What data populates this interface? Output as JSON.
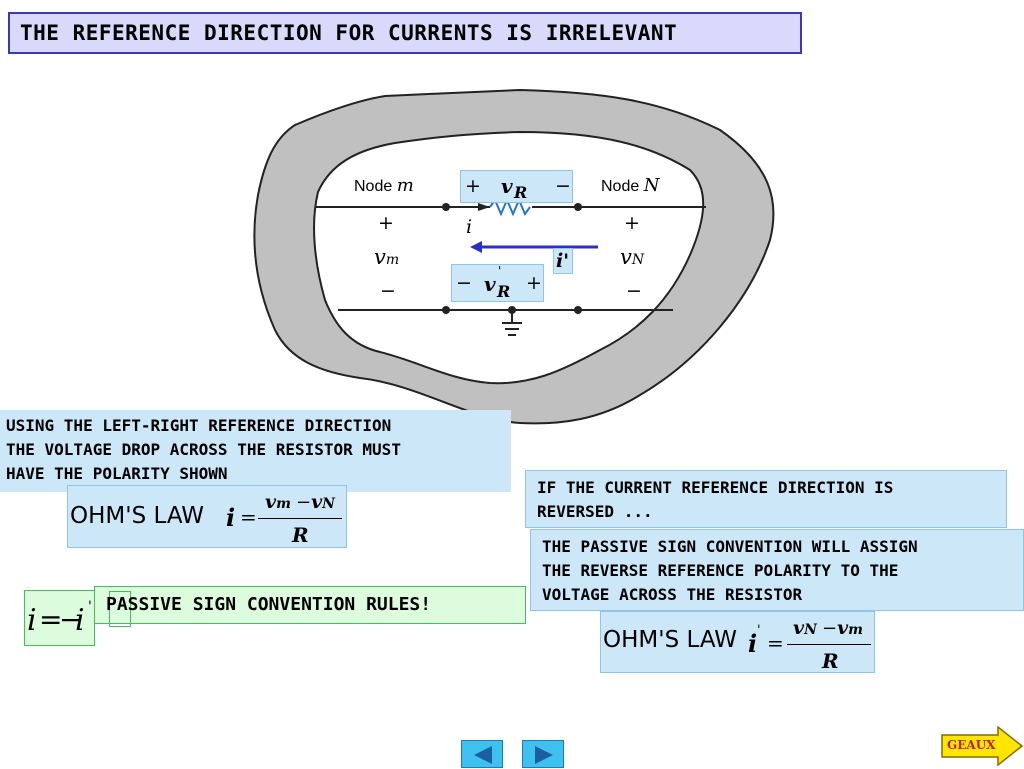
{
  "title": "THE REFERENCE DIRECTION FOR CURRENTS IS IRRELEVANT",
  "circuit": {
    "node_m_prefix": "Node",
    "node_m_var": "m",
    "node_n_prefix": "Node",
    "node_n_var": "N",
    "plus": "+",
    "minus": "−",
    "v": "v",
    "sub_m": "m",
    "sub_n": "N",
    "sub_r": "R",
    "current_i": "i",
    "current_i_prime": "i'",
    "prime": "'"
  },
  "callouts": {
    "left_lines": [
      "USING THE LEFT-RIGHT  REFERENCE DIRECTION",
      "THE VOLTAGE DROP ACROSS THE RESISTOR MUST",
      "HAVE THE POLARITY SHOWN"
    ],
    "reversed_lines": [
      "IF THE CURRENT REFERENCE DIRECTION IS",
      "REVERSED ..."
    ],
    "passive_lines": [
      "THE PASSIVE SIGN CONVENTION WILL ASSIGN",
      "THE REVERSE REFERENCE POLARITY TO THE",
      "VOLTAGE ACROSS THE RESISTOR"
    ],
    "rules": "PASSIVE SIGN CONVENTION RULES!"
  },
  "ohm_left": {
    "label": "OHM'S  LAW",
    "lhs": "i",
    "eq": "=",
    "num_a": "v",
    "num_a_sub": "m",
    "num_minus": "−",
    "num_b": "v",
    "num_b_sub": "N",
    "den": "R"
  },
  "ohm_right": {
    "label": "OHM'S LAW",
    "lhs": "i",
    "lhs_prime": "'",
    "eq": "=",
    "num_a": "v",
    "num_a_sub": "N",
    "num_minus": "−",
    "num_b": "v",
    "num_b_sub": "m",
    "den": "R"
  },
  "identity": {
    "lhs": "i",
    "eq": "=",
    "neg": "−",
    "rhs": "i",
    "prime": "'"
  },
  "nav": {
    "geaux_label": "GEAUX",
    "prev_icon": "triangle-left",
    "next_icon": "triangle-right"
  },
  "colors": {
    "title_bg": "#d9d9fc",
    "title_border": "#3a3ab0",
    "callout_bg": "#cce8f8",
    "green_bg": "#ddfcdd",
    "blob": "#c0c0c0",
    "arrow": "#2e2ec0",
    "geaux_bg": "#ffe600",
    "geaux_text": "#c02020",
    "nav_bg": "#3ec0f0"
  }
}
